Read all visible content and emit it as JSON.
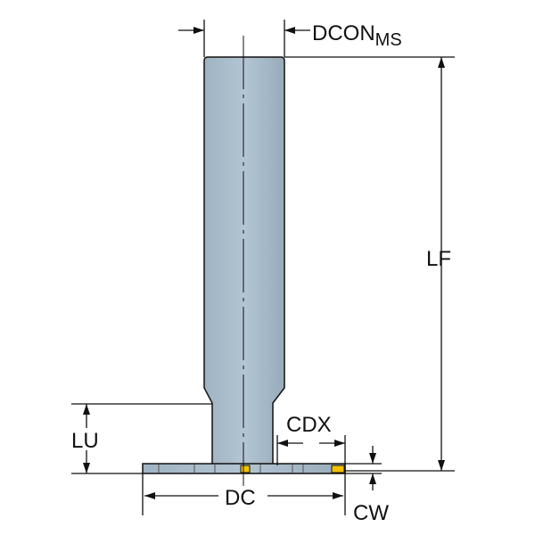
{
  "labels": {
    "dcon": "DCON",
    "dcon_sub": "MS",
    "lf": "LF",
    "lu": "LU",
    "cdx": "CDX",
    "dc": "DC",
    "cw": "CW"
  },
  "colors": {
    "body": "#a9bccb",
    "shade": "#8ea3b3",
    "insert": "#f2c200",
    "line": "#111111"
  }
}
